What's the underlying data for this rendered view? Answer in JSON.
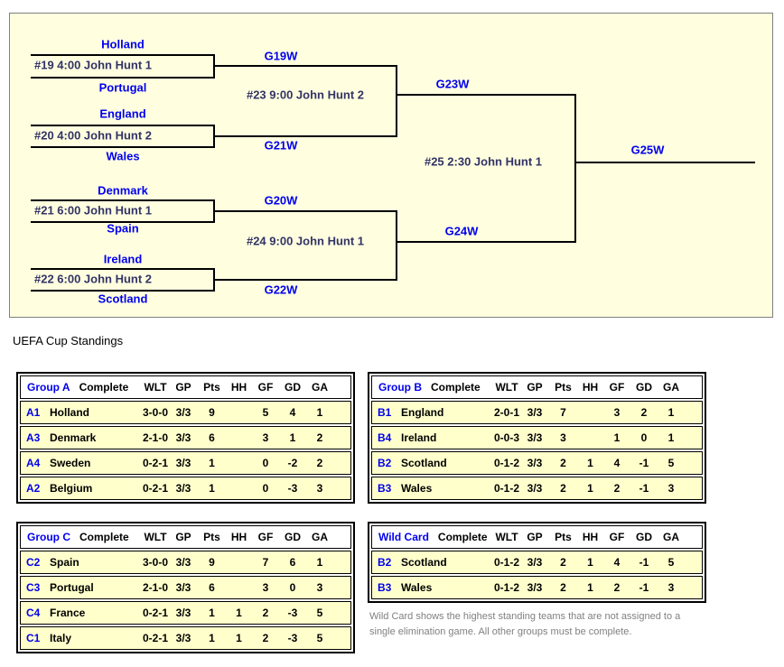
{
  "bracket": {
    "round1": [
      {
        "top_team": "Holland",
        "bottom_team": "Portugal",
        "info": "#19 4:00 John Hunt 1",
        "winner_label": "G19W"
      },
      {
        "top_team": "England",
        "bottom_team": "Wales",
        "info": "#20 4:00 John Hunt 2",
        "winner_label": "G21W"
      },
      {
        "top_team": "Denmark",
        "bottom_team": "Spain",
        "info": "#21 6:00 John Hunt 1",
        "winner_label": "G20W"
      },
      {
        "top_team": "Ireland",
        "bottom_team": "Scotland",
        "info": "#22 6:00 John Hunt 2",
        "winner_label": "G22W"
      }
    ],
    "semifinals": [
      {
        "info": "#23 9:00 John Hunt 2",
        "winner_label": "G23W"
      },
      {
        "info": "#24 9:00 John Hunt 1",
        "winner_label": "G24W"
      }
    ],
    "final": {
      "info": "#25 2:30 John Hunt 1",
      "winner_label": "G25W"
    }
  },
  "standings": {
    "title": "UEFA Cup Standings",
    "columns": [
      "WLT",
      "GP",
      "Pts",
      "HH",
      "GF",
      "GD",
      "GA"
    ],
    "groups": [
      {
        "name": "Group A",
        "status": "Complete",
        "rows": [
          {
            "seed": "A1",
            "team": "Holland",
            "wlt": "3-0-0",
            "gp": "3/3",
            "pts": "9",
            "hh": "",
            "gf": "5",
            "gd": "4",
            "ga": "1"
          },
          {
            "seed": "A3",
            "team": "Denmark",
            "wlt": "2-1-0",
            "gp": "3/3",
            "pts": "6",
            "hh": "",
            "gf": "3",
            "gd": "1",
            "ga": "2"
          },
          {
            "seed": "A4",
            "team": "Sweden",
            "wlt": "0-2-1",
            "gp": "3/3",
            "pts": "1",
            "hh": "",
            "gf": "0",
            "gd": "-2",
            "ga": "2"
          },
          {
            "seed": "A2",
            "team": "Belgium",
            "wlt": "0-2-1",
            "gp": "3/3",
            "pts": "1",
            "hh": "",
            "gf": "0",
            "gd": "-3",
            "ga": "3"
          }
        ]
      },
      {
        "name": "Group B",
        "status": "Complete",
        "rows": [
          {
            "seed": "B1",
            "team": "England",
            "wlt": "2-0-1",
            "gp": "3/3",
            "pts": "7",
            "hh": "",
            "gf": "3",
            "gd": "2",
            "ga": "1"
          },
          {
            "seed": "B4",
            "team": "Ireland",
            "wlt": "0-0-3",
            "gp": "3/3",
            "pts": "3",
            "hh": "",
            "gf": "1",
            "gd": "0",
            "ga": "1"
          },
          {
            "seed": "B2",
            "team": "Scotland",
            "wlt": "0-1-2",
            "gp": "3/3",
            "pts": "2",
            "hh": "1",
            "gf": "4",
            "gd": "-1",
            "ga": "5"
          },
          {
            "seed": "B3",
            "team": "Wales",
            "wlt": "0-1-2",
            "gp": "3/3",
            "pts": "2",
            "hh": "1",
            "gf": "2",
            "gd": "-1",
            "ga": "3"
          }
        ]
      },
      {
        "name": "Group C",
        "status": "Complete",
        "rows": [
          {
            "seed": "C2",
            "team": "Spain",
            "wlt": "3-0-0",
            "gp": "3/3",
            "pts": "9",
            "hh": "",
            "gf": "7",
            "gd": "6",
            "ga": "1"
          },
          {
            "seed": "C3",
            "team": "Portugal",
            "wlt": "2-1-0",
            "gp": "3/3",
            "pts": "6",
            "hh": "",
            "gf": "3",
            "gd": "0",
            "ga": "3"
          },
          {
            "seed": "C4",
            "team": "France",
            "wlt": "0-2-1",
            "gp": "3/3",
            "pts": "1",
            "hh": "1",
            "gf": "2",
            "gd": "-3",
            "ga": "5"
          },
          {
            "seed": "C1",
            "team": "Italy",
            "wlt": "0-2-1",
            "gp": "3/3",
            "pts": "1",
            "hh": "1",
            "gf": "2",
            "gd": "-3",
            "ga": "5"
          }
        ]
      },
      {
        "name": "Wild Card",
        "status": "Complete",
        "rows": [
          {
            "seed": "B2",
            "team": "Scotland",
            "wlt": "0-1-2",
            "gp": "3/3",
            "pts": "2",
            "hh": "1",
            "gf": "4",
            "gd": "-1",
            "ga": "5"
          },
          {
            "seed": "B3",
            "team": "Wales",
            "wlt": "0-1-2",
            "gp": "3/3",
            "pts": "2",
            "hh": "1",
            "gf": "2",
            "gd": "-1",
            "ga": "3"
          }
        ]
      }
    ],
    "footnote": "Wild Card shows the highest standing teams that are not assigned to a single elimination game. All other groups must be complete."
  },
  "colors": {
    "link_blue": "#0000ee",
    "match_info": "#333366",
    "bracket_bg": "#ffffe0",
    "row_yellow": "#ffffcc",
    "footnote_gray": "#808080"
  }
}
